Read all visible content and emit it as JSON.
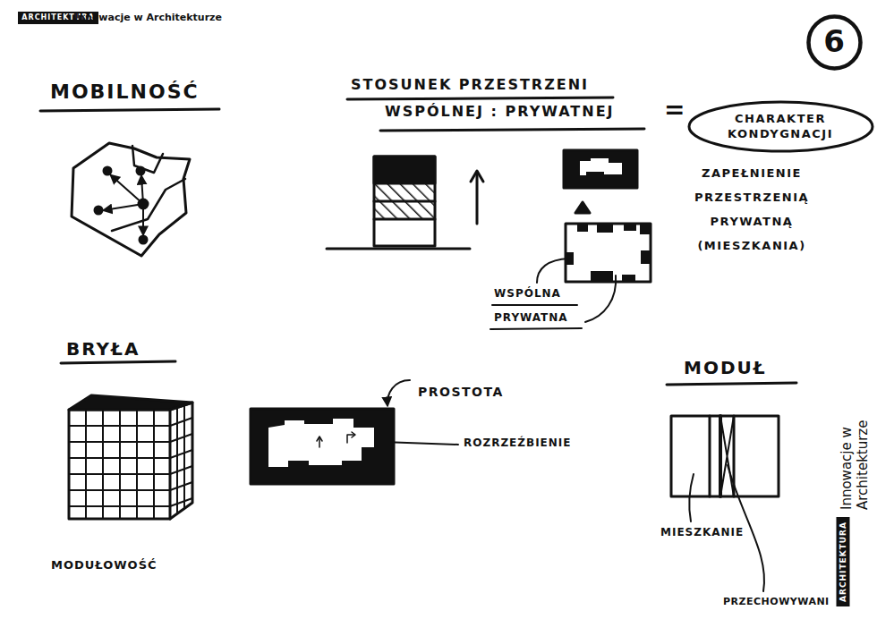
{
  "diagram": {
    "nodes": [
      {
        "text": [
          "ARCHITEKTURA"
        ]
      },
      {
        "text": [
          "6"
        ]
      },
      {
        "text": [
          "CHARAKTER KONDYGNACJI"
        ]
      },
      {
        "text": [
          "ARCHITEKTURA"
        ]
      }
    ],
    "labels": [
      "Innowacje w Architekturze",
      "MOBILNOŚĆ",
      "STOSUNEK PRZESTRZENI WSPÓLNEJ : PRYWATNEJ",
      "=",
      "ZAPEŁNIENIE PRZESTRZENIĄ PRYWATNĄ (MIESZKANIA)",
      "WSPÓLNA",
      "PRYWATNA",
      "BRYŁA",
      "PROSTOTA",
      "ROZRZEŹBIENIE",
      "MODUŁ",
      "MODUŁOWOŚĆ",
      "MIESZKANIE",
      "PRZECHOWYWANI",
      "Innowacje w Architekturze"
    ]
  }
}
